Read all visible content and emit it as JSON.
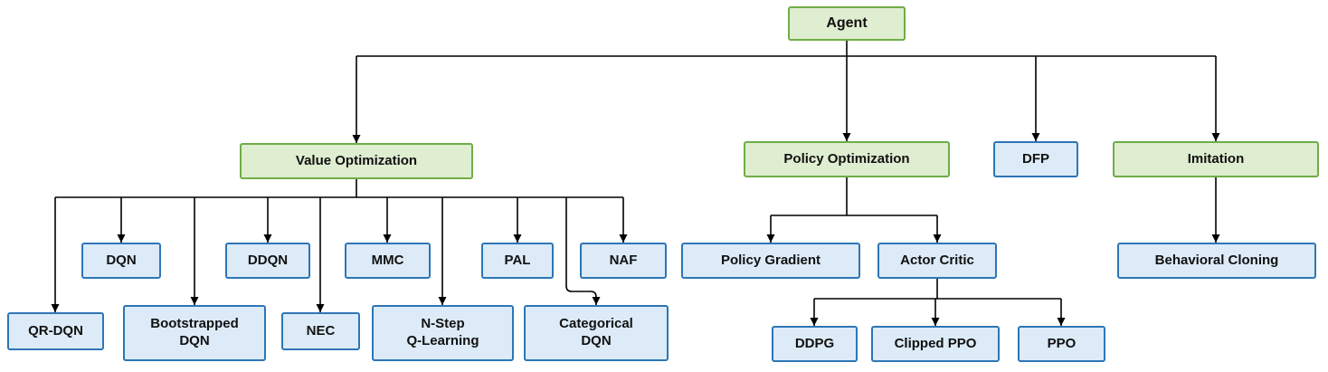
{
  "diagram": {
    "type": "hierarchy-tree",
    "root": "Agent",
    "colors": {
      "green_fill": "#dfedd0",
      "green_border": "#70ad47",
      "blue_fill": "#dcebf7",
      "blue_border": "#2e75b6",
      "line": "#000000",
      "text": "#111111"
    },
    "nodes": {
      "agent": {
        "label": "Agent"
      },
      "value_optimization": {
        "label": "Value Optimization"
      },
      "policy_optimization": {
        "label": "Policy Optimization"
      },
      "dfp": {
        "label": "DFP"
      },
      "imitation": {
        "label": "Imitation"
      },
      "dqn": {
        "label": "DQN"
      },
      "ddqn": {
        "label": "DDQN"
      },
      "mmc": {
        "label": "MMC"
      },
      "pal": {
        "label": "PAL"
      },
      "naf": {
        "label": "NAF"
      },
      "qr_dqn": {
        "label": "QR-DQN"
      },
      "bootstrapped_dqn": {
        "label": "Bootstrapped\nDQN"
      },
      "nec": {
        "label": "NEC"
      },
      "n_step_q_learning": {
        "label": "N-Step\nQ-Learning"
      },
      "categorical_dqn": {
        "label": "Categorical\nDQN"
      },
      "policy_gradient": {
        "label": "Policy Gradient"
      },
      "actor_critic": {
        "label": "Actor Critic"
      },
      "ddpg": {
        "label": "DDPG"
      },
      "clipped_ppo": {
        "label": "Clipped PPO"
      },
      "ppo": {
        "label": "PPO"
      },
      "behavioral_cloning": {
        "label": "Behavioral Cloning"
      }
    },
    "edges": [
      [
        "Agent",
        "Value Optimization"
      ],
      [
        "Agent",
        "Policy Optimization"
      ],
      [
        "Agent",
        "DFP"
      ],
      [
        "Agent",
        "Imitation"
      ],
      [
        "Value Optimization",
        "DQN"
      ],
      [
        "Value Optimization",
        "DDQN"
      ],
      [
        "Value Optimization",
        "MMC"
      ],
      [
        "Value Optimization",
        "PAL"
      ],
      [
        "Value Optimization",
        "NAF"
      ],
      [
        "Value Optimization",
        "QR-DQN"
      ],
      [
        "Value Optimization",
        "Bootstrapped DQN"
      ],
      [
        "Value Optimization",
        "NEC"
      ],
      [
        "Value Optimization",
        "N-Step Q-Learning"
      ],
      [
        "Value Optimization",
        "Categorical DQN"
      ],
      [
        "Policy Optimization",
        "Policy Gradient"
      ],
      [
        "Policy Optimization",
        "Actor Critic"
      ],
      [
        "Actor Critic",
        "DDPG"
      ],
      [
        "Actor Critic",
        "Clipped PPO"
      ],
      [
        "Actor Critic",
        "PPO"
      ],
      [
        "Imitation",
        "Behavioral Cloning"
      ]
    ]
  }
}
